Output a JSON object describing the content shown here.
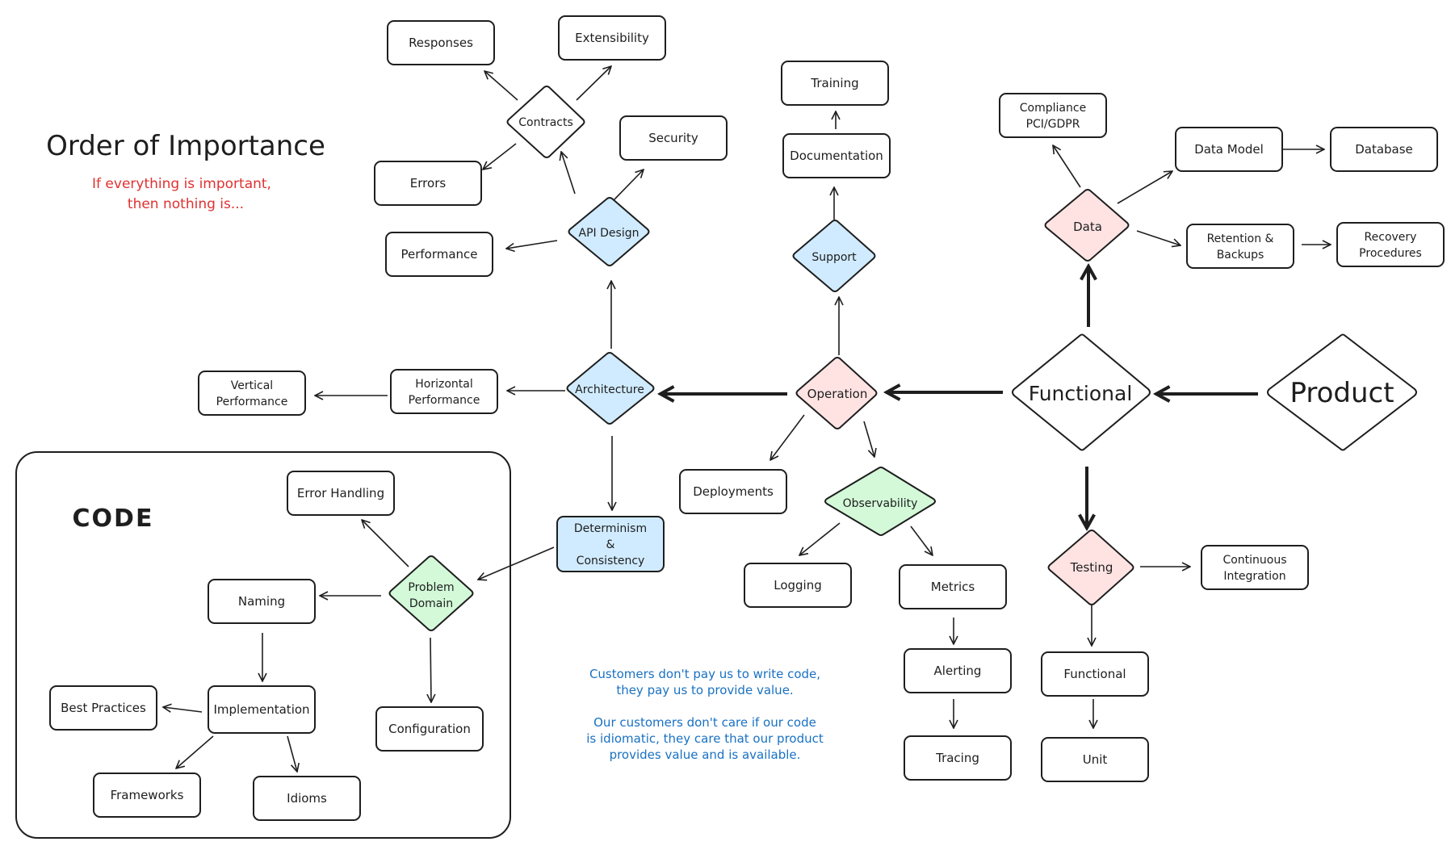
{
  "title": "Order of Importance",
  "subtitle_lines": [
    "If everything is important,",
    "then nothing is..."
  ],
  "code_group_label": "CODE",
  "note_lines": [
    "Customers don't pay us to write code,",
    "they pay us to provide value.",
    "",
    "Our customers don't care if our code",
    "is idiomatic, they care that our product",
    "provides value and is available."
  ],
  "colors": {
    "blue_fill": "#d0ebff",
    "pink_fill": "#ffe3e3",
    "green_fill": "#d3f9d8",
    "title_red": "#e03131",
    "note_blue": "#1971c2",
    "stroke": "#1e1e1e"
  },
  "nodes": {
    "product": {
      "label": "Product"
    },
    "functional": {
      "label": "Functional"
    },
    "operation": {
      "label": "Operation"
    },
    "architecture": {
      "label": "Architecture"
    },
    "api_design": {
      "label": "API Design"
    },
    "support": {
      "label": "Support"
    },
    "documentation": {
      "label": "Documentation"
    },
    "training": {
      "label": "Training"
    },
    "contracts": {
      "label": "Contracts"
    },
    "responses": {
      "label": "Responses"
    },
    "extensibility": {
      "label": "Extensibility"
    },
    "errors": {
      "label": "Errors"
    },
    "security": {
      "label": "Security"
    },
    "performance": {
      "label": "Performance"
    },
    "horizontal_performance": {
      "lines": [
        "Horizontal",
        "Performance"
      ]
    },
    "vertical_performance": {
      "lines": [
        "Vertical",
        "Performance"
      ]
    },
    "determinism": {
      "lines": [
        "Determinism",
        "&",
        "Consistency"
      ]
    },
    "problem_domain": {
      "lines": [
        "Problem",
        "Domain"
      ]
    },
    "error_handling": {
      "label": "Error Handling"
    },
    "naming": {
      "label": "Naming"
    },
    "implementation": {
      "label": "Implementation"
    },
    "best_practices": {
      "label": "Best Practices"
    },
    "frameworks": {
      "label": "Frameworks"
    },
    "idioms": {
      "label": "Idioms"
    },
    "configuration": {
      "label": "Configuration"
    },
    "deployments": {
      "label": "Deployments"
    },
    "observability": {
      "label": "Observability"
    },
    "logging": {
      "label": "Logging"
    },
    "metrics": {
      "label": "Metrics"
    },
    "alerting": {
      "label": "Alerting"
    },
    "tracing": {
      "label": "Tracing"
    },
    "data": {
      "label": "Data"
    },
    "compliance": {
      "lines": [
        "Compliance",
        "PCI/GDPR"
      ]
    },
    "data_model": {
      "label": "Data Model"
    },
    "database": {
      "label": "Database"
    },
    "retention": {
      "lines": [
        "Retention &",
        "Backups"
      ]
    },
    "recovery": {
      "lines": [
        "Recovery",
        "Procedures"
      ]
    },
    "testing": {
      "label": "Testing"
    },
    "continuous_integration": {
      "lines": [
        "Continuous",
        "Integration"
      ]
    },
    "functional_test": {
      "label": "Functional"
    },
    "unit": {
      "label": "Unit"
    }
  }
}
